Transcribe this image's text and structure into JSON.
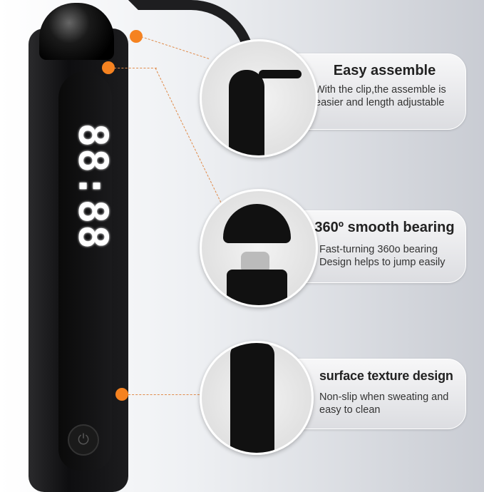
{
  "display_digits": "88:88",
  "accent_color": "#f58220",
  "features": [
    {
      "title": "Easy assemble",
      "desc_line1": "With the clip,the assemble is",
      "desc_line2": "easier and length adjustable"
    },
    {
      "title": "360º smooth bearing",
      "desc_line1": "Fast-turning 360o bearing",
      "desc_line2": "Design helps to jump easily"
    },
    {
      "title": "surface texture design",
      "desc_line1": "Non-slip when sweating and",
      "desc_line2": "easy to clean"
    }
  ],
  "power_icon": "power-icon"
}
